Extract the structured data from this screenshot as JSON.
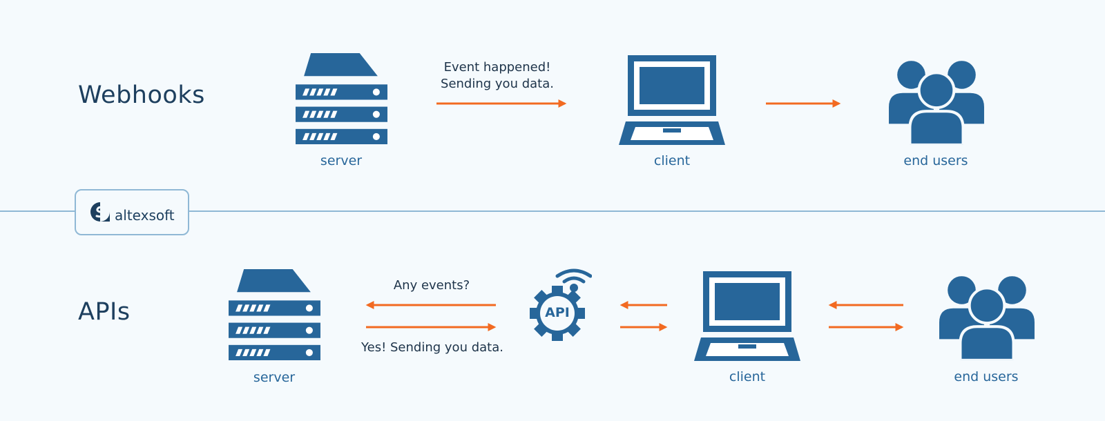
{
  "colors": {
    "background": "#f5fafd",
    "icon_blue": "#27669a",
    "arrow_orange": "#f26a21",
    "title_navy": "#1d3f5e",
    "divider": "#8fb8d5"
  },
  "brand": {
    "name": "altexsoft",
    "icon": "altexsoft-logo-icon"
  },
  "webhooks": {
    "title": "Webhooks",
    "server_label": "server",
    "client_label": "client",
    "users_label": "end users",
    "message": {
      "line1": "Event happened!",
      "line2": "Sending you data."
    }
  },
  "apis": {
    "title": "APIs",
    "server_label": "server",
    "client_label": "client",
    "users_label": "end users",
    "request_message": "Any events?",
    "response_message": "Yes! Sending you data.",
    "api_badge": "API"
  }
}
